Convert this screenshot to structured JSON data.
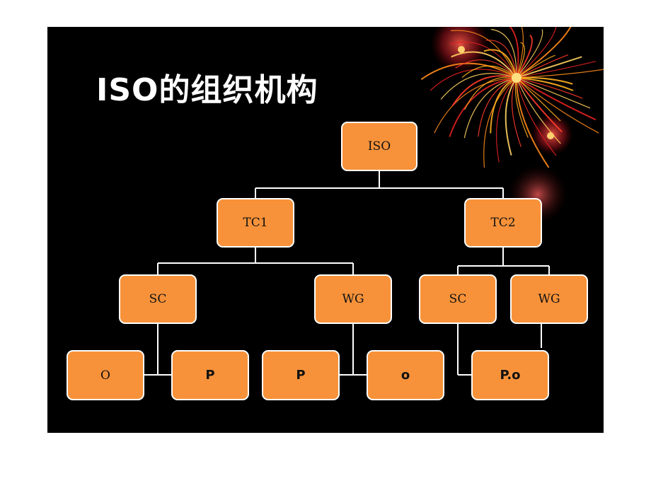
{
  "slide": {
    "title": "ISO的组织机构",
    "background": "#000000",
    "accent": "#f7923a"
  },
  "org_chart": {
    "nodes": {
      "iso": "ISO",
      "tc1": "TC1",
      "tc2": "TC2",
      "tc1_sc": "SC",
      "tc1_wg": "WG",
      "tc2_sc": "SC",
      "tc2_wg": "WG",
      "leaf1": "O",
      "leaf2": "P",
      "leaf3": "P",
      "leaf4": "o",
      "leaf5": "P.o"
    }
  },
  "decoration": {
    "icon": "fireworks-icon"
  }
}
